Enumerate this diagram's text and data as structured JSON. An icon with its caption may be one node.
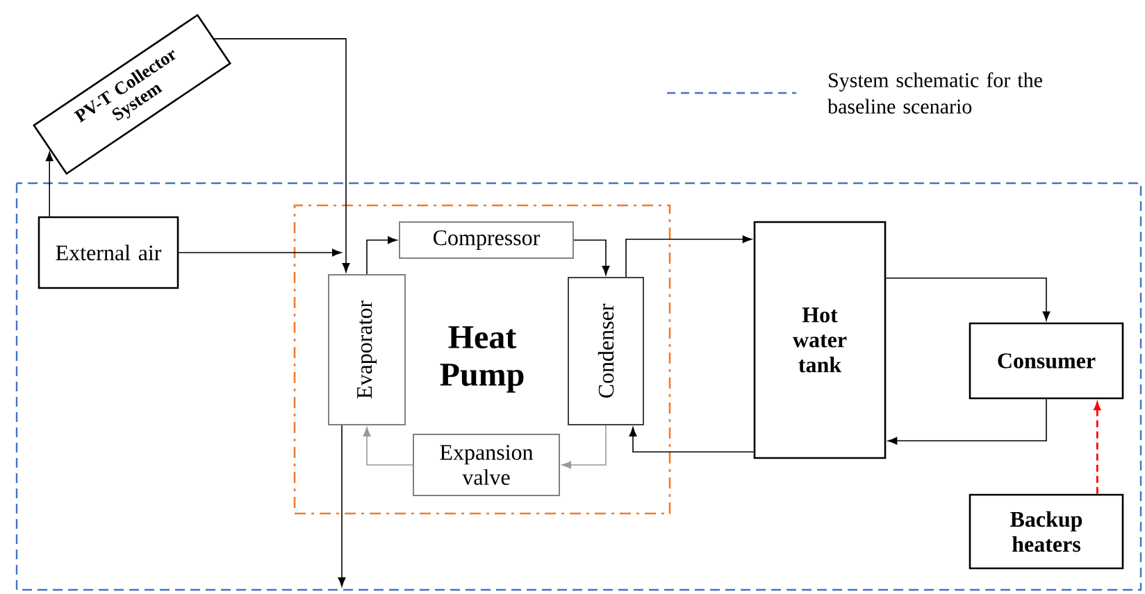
{
  "diagram": {
    "nodes": [
      {
        "text": [
          "PV-T Collector System"
        ]
      },
      {
        "text": [
          "External air"
        ]
      },
      {
        "text": [
          "Heat Pump"
        ]
      },
      {
        "text": [
          "Compressor"
        ],
        "in": 2
      },
      {
        "text": [
          "Evaporator"
        ],
        "in": 2
      },
      {
        "text": [
          "Condenser"
        ],
        "in": 2
      },
      {
        "text": [
          "Expansion valve"
        ],
        "in": 2
      },
      {
        "text": [
          "Hot water tank"
        ]
      },
      {
        "text": [
          "Consumer"
        ]
      },
      {
        "text": [
          "Backup heaters"
        ]
      }
    ],
    "edges": [
      {
        "from": 1,
        "to": 0,
        "arrow": "to"
      },
      {
        "from": 0,
        "to": 4,
        "arrow": "to"
      },
      {
        "from": 1,
        "to": 4,
        "arrow": "to"
      },
      {
        "from": 4,
        "to": 3,
        "arrow": "to"
      },
      {
        "from": 3,
        "to": 5,
        "arrow": "to"
      },
      {
        "from": 5,
        "to": 6,
        "arrow": "to",
        "color": "#999999"
      },
      {
        "from": 6,
        "to": 4,
        "arrow": "to",
        "color": "#999999"
      },
      {
        "from": 5,
        "to": 7,
        "arrow": "to"
      },
      {
        "from": 7,
        "to": 5,
        "arrow": "to"
      },
      {
        "from": 7,
        "to": 8,
        "arrow": "to"
      },
      {
        "from": 8,
        "to": 7,
        "arrow": "to"
      },
      {
        "from": 9,
        "to": 8,
        "arrow": "to",
        "style": "dashed",
        "color": "#ff0000"
      },
      {
        "from": 4,
        "to": null,
        "arrow": "to"
      }
    ],
    "legend": [
      {
        "text": "System schematic for the baseline scenario"
      }
    ]
  }
}
